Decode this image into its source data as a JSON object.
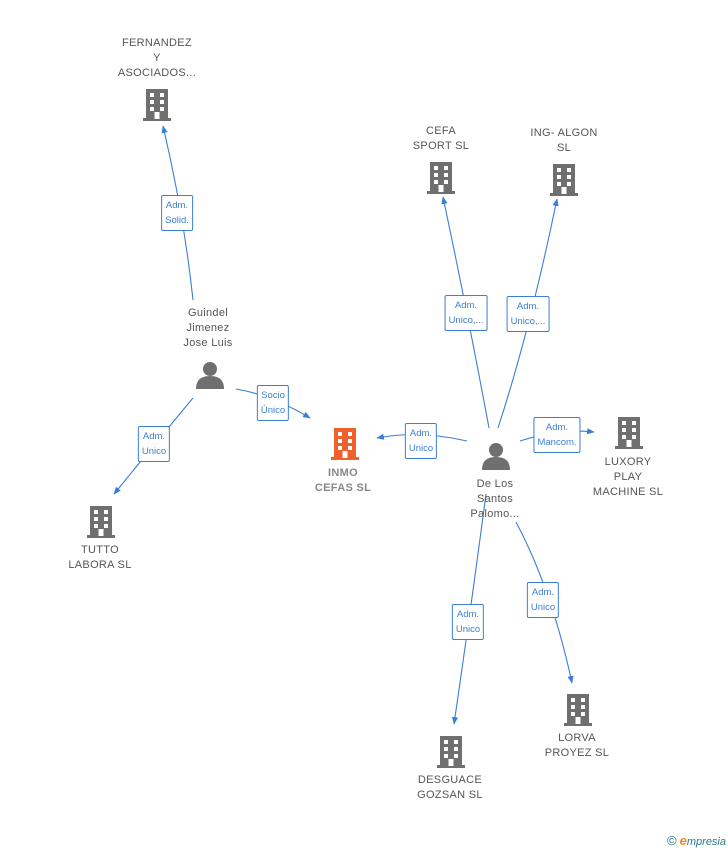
{
  "colors": {
    "edge": "#3a7fd5",
    "company": "#6f6f6f",
    "main_company": "#f0602a",
    "person": "#6f6f6f"
  },
  "nodes": [
    {
      "id": "fernandez",
      "type": "company",
      "label": "FERNANDEZ\nY\nASOCIADOS..."
    },
    {
      "id": "cefa_sport",
      "type": "company",
      "label": "CEFA\nSPORT SL"
    },
    {
      "id": "ing_algon",
      "type": "company",
      "label": "ING- ALGON\nSL"
    },
    {
      "id": "guindel",
      "type": "person",
      "label": "Guindel\nJimenez\nJose Luis"
    },
    {
      "id": "inmo_cefas",
      "type": "main_company",
      "label": "INMO\nCEFAS SL"
    },
    {
      "id": "de_los_santos",
      "type": "person",
      "label": "De Los\nSantos\nPalomo..."
    },
    {
      "id": "luxory",
      "type": "company",
      "label": "LUXORY\nPLAY\nMACHINE SL"
    },
    {
      "id": "tutto",
      "type": "company",
      "label": "TUTTO\nLABORA SL"
    },
    {
      "id": "lorva",
      "type": "company",
      "label": "LORVA\nPROYEZ SL"
    },
    {
      "id": "desguace",
      "type": "company",
      "label": "DESGUACE\nGOZSAN SL"
    }
  ],
  "edges": [
    {
      "from": "guindel",
      "to": "fernandez",
      "label": "Adm.\nSolid."
    },
    {
      "from": "guindel",
      "to": "inmo_cefas",
      "label": "Socio\nÚnico"
    },
    {
      "from": "guindel",
      "to": "tutto",
      "label": "Adm.\nUnico"
    },
    {
      "from": "de_los_santos",
      "to": "cefa_sport",
      "label": "Adm.\nUnico,..."
    },
    {
      "from": "de_los_santos",
      "to": "ing_algon",
      "label": "Adm.\nUnico,..."
    },
    {
      "from": "de_los_santos",
      "to": "inmo_cefas",
      "label": "Adm.\nUnico"
    },
    {
      "from": "de_los_santos",
      "to": "luxory",
      "label": "Adm.\nMancom."
    },
    {
      "from": "de_los_santos",
      "to": "desguace",
      "label": "Adm.\nUnico"
    },
    {
      "from": "de_los_santos",
      "to": "lorva",
      "label": "Adm.\nUnico"
    }
  ],
  "footer": {
    "copyright": "©",
    "brand_initial": "e",
    "brand_rest": "mpresia"
  }
}
